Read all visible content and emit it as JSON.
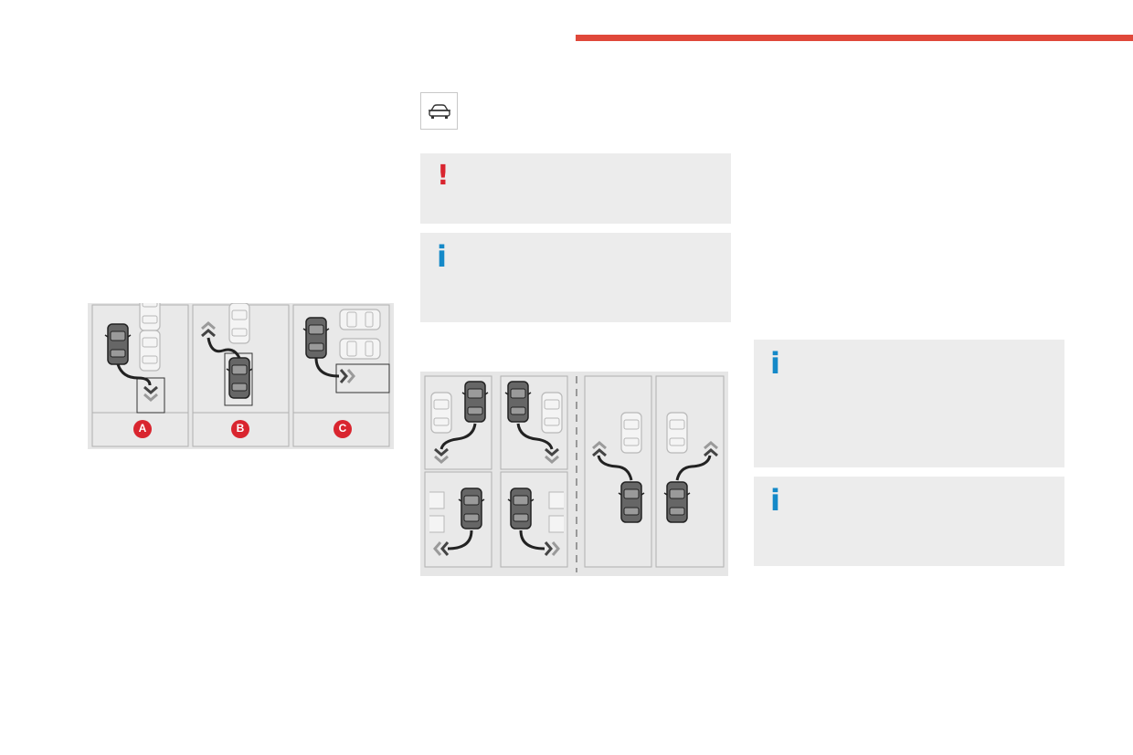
{
  "colors": {
    "accent_red": "#e0483a",
    "warning_red": "#d9252f",
    "info_blue": "#1489c8",
    "note_background": "#ececec",
    "figure_background": "#e6e6e6"
  },
  "header": {
    "icon": "car-outline-icon"
  },
  "notes": {
    "warning": {
      "symbol": "!",
      "icon": "exclamation-icon"
    },
    "info_1": {
      "symbol": "i",
      "icon": "info-icon"
    },
    "info_2": {
      "symbol": "i",
      "icon": "info-icon"
    },
    "info_3": {
      "symbol": "i",
      "icon": "info-icon"
    }
  },
  "figure_abc": {
    "panels": [
      {
        "label": "A",
        "maneuver": "parallel-parking"
      },
      {
        "label": "B",
        "maneuver": "exit-parallel-space"
      },
      {
        "label": "C",
        "maneuver": "perpendicular-parking"
      }
    ]
  },
  "figure_exit": {
    "icon": "parking-exit-diagram"
  }
}
